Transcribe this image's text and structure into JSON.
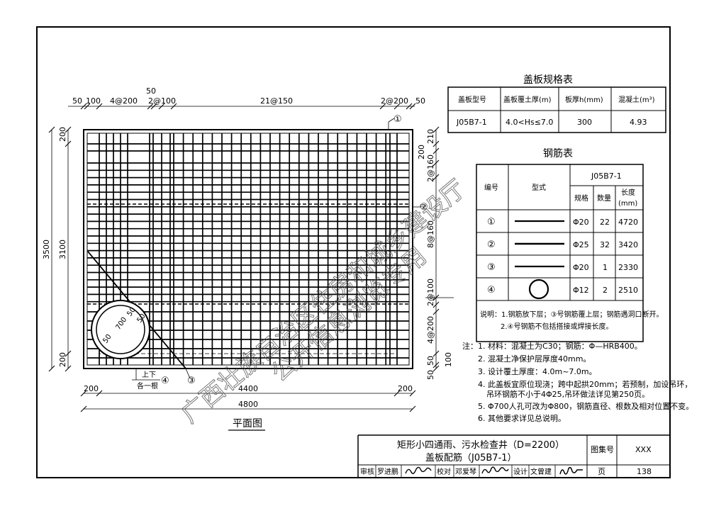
{
  "plan": {
    "title": "平面图",
    "top_dims": [
      "50",
      "100",
      "4@200",
      "50",
      "2@100",
      "21@150",
      "2@200",
      "50"
    ],
    "left_dims": [
      "3500",
      "3100",
      "200",
      "200"
    ],
    "right_dims": [
      "210",
      "200",
      "2@160",
      "8@160",
      "2@100",
      "4@200",
      "50",
      "100",
      "50"
    ],
    "bottom_dims": [
      "200",
      "4400",
      "200",
      "4800"
    ],
    "circle_dims": [
      "50",
      "700",
      "50"
    ],
    "callouts": [
      "①",
      "②",
      "③",
      "④"
    ],
    "note_label_top": "上下",
    "note_label_bottom": "各一根"
  },
  "spec_table": {
    "title": "盖板规格表",
    "headers": [
      "盖板型号",
      "盖板覆土厚(m)",
      "板厚h(mm)",
      "混凝土(m³)"
    ],
    "row": [
      "J05B7-1",
      "4.0<Hs≤7.0",
      "300",
      "4.93"
    ]
  },
  "rebar_table": {
    "title": "钢筋表",
    "header_id": "编号",
    "header_shape": "型式",
    "header_group": "J05B7-1",
    "header_spec": "规格",
    "header_qty": "数量",
    "header_len": "长度",
    "header_len_unit": "(mm)",
    "rows": [
      {
        "id": "①",
        "spec": "Φ20",
        "qty": "22",
        "len": "4720"
      },
      {
        "id": "②",
        "spec": "Φ25",
        "qty": "32",
        "len": "3420"
      },
      {
        "id": "③",
        "spec": "Φ20",
        "qty": "1",
        "len": "2330"
      },
      {
        "id": "④",
        "spec": "Φ12",
        "qty": "2",
        "len": "2510"
      }
    ],
    "note_line1": "说明：1.钢筋放下层；③号钢筋覆上层；钢筋遇洞口断开。",
    "note_line2": "2.④号钢筋不包括搭接或焊接长度。"
  },
  "notes": [
    "注：1. 材料：混凝土为C30；钢筋：Φ—HRB400。",
    "2. 混凝土净保护层厚度40mm。",
    "3. 设计覆土厚度：4.0m~7.0m。",
    "4. 此盖板宜原位现浇；跨中起拱20mm；若预制，加设吊环，",
    "吊环钢筋不小于4Φ25,吊环做法详见第250页。",
    "5. Φ700人孔可改为Φ800，钢筋直径、根数及相对位置不变。",
    "6. 其他要求详见总说明。"
  ],
  "title_block": {
    "title_line1": "矩形小四通雨、污水检查井（D=2200）",
    "title_line2": "盖板配筋（J05B7-1）",
    "atlas_label": "图集号",
    "atlas_value": "XXX",
    "page_label": "页",
    "page_value": "138",
    "review_label": "审核",
    "review_name": "罗进鹏",
    "check_label": "校对",
    "check_name": "邓爱琴",
    "design_label": "设计",
    "design_name": "文曾建"
  },
  "watermark": {
    "line1": "广西壮族自治区住房和城乡建设厅",
    "line2": "公开信息浏览专用"
  }
}
